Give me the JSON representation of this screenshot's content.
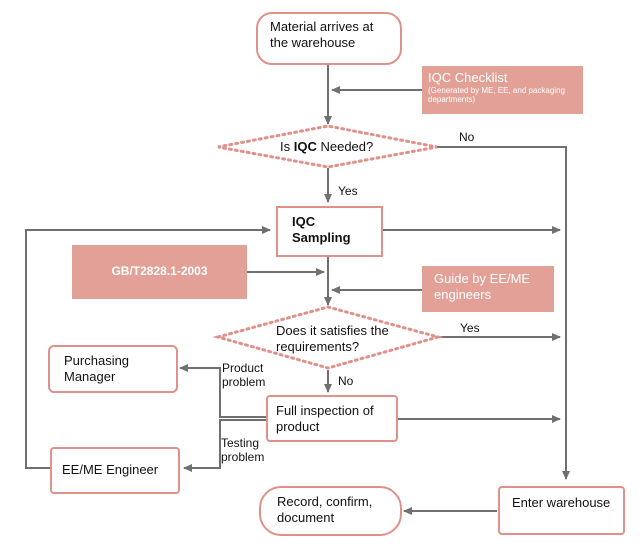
{
  "nodes": {
    "material": "Material arrives at the warehouse",
    "iqc_checklist": {
      "title": "IQC Checklist",
      "subtitle": "(Generated by ME, EE, and packaging departments)"
    },
    "iqc_needed": {
      "pre": "Is ",
      "bold": "IQC",
      "post": " Needed?"
    },
    "iqc_sampling": "IQC Sampling",
    "gb_standard": "GB/T2828.1-2003",
    "guide": "Guide by EE/ME engineers",
    "satisfies": "Does it satisfies the requirements?",
    "purchasing": "Purchasing Manager",
    "full_inspection": "Full inspection of product",
    "ee_me": "EE/ME Engineer",
    "record": "Record, confirm, document",
    "enter_warehouse": "Enter warehouse"
  },
  "edge_labels": {
    "no_top": "No",
    "yes_top": "Yes",
    "yes_mid": "Yes",
    "no_mid": "No",
    "product_problem": "Product problem",
    "testing_problem": "Testing problem"
  },
  "colors": {
    "accent": "#e0918a",
    "note_fill": "#e2a096",
    "line": "#707070"
  }
}
